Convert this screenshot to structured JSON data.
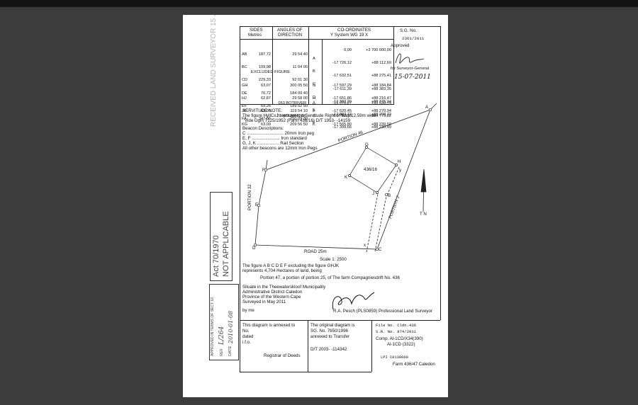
{
  "table": {
    "sides_header": "SIDES",
    "sides_sub": "Metres",
    "angles_header": "ANGLES OF",
    "angles_sub": "DIRECTION",
    "coords_header": "CO-ORDINATES",
    "coords_sub": "Y System  WG 19  X",
    "sides": [
      "AB",
      "BC",
      "CD",
      "DE",
      "EF",
      "FA"
    ],
    "lengths": [
      "187,72",
      "109,98",
      "229,33",
      "76,72",
      "69,26",
      "347,06"
    ],
    "angles": [
      "29 54 40",
      "11 04 00",
      "92 01 30",
      "184 09 40",
      "189 52 50",
      "250 09 30"
    ],
    "pts": [
      "",
      "A",
      "B",
      "C",
      "D",
      "E",
      "F"
    ],
    "ycoords": [
      "0,00",
      "-17 726,12",
      "-17 632,51",
      "-17 611,39",
      "-17 382,20",
      "-17 387,77",
      "-17 399,66"
    ],
    "xcoords": [
      "+3 700 000,00",
      "+88 112,69",
      "+88 275,41",
      "+88 383,35",
      "+88 375,24",
      "+88 298,72",
      "+88 230,49"
    ],
    "excluded_label": "EXCLUDED FIGURE",
    "ex_sides": [
      "GH",
      "HJ",
      "JK",
      "KG"
    ],
    "ex_lengths": [
      "63,07",
      "62,87",
      "63,05",
      "63,09"
    ],
    "ex_angles": [
      "300 05 50",
      "29 58 00",
      "119 54 10",
      "209 56 50"
    ],
    "ex_pts": [
      "G",
      "H",
      "J",
      "K"
    ],
    "ex_y": [
      "-17 597,29",
      "-17 651,86",
      "-17 620,45",
      "-17 565,80"
    ],
    "ex_x": [
      "+88 184,84",
      "+88 216,47",
      "+88 270,94",
      "+88 239,50"
    ],
    "trig": [
      {
        "name": "053 BOTRIVER",
        "sym": "Δ",
        "y": "-19 070,27",
        "x": "+93 530,74"
      },
      {
        "name": "21 HOUWHOEK",
        "sym": "Δ",
        "y": "-16 797,78",
        "x": "+84 779,82"
      }
    ]
  },
  "sg": {
    "label": "S.G. No.",
    "number": "2361/2011",
    "approved": "Approved",
    "for_sg": "for Surveyor-General",
    "date": "15-07-2011"
  },
  "servitude": {
    "title": "SERVITUDE NOTE:",
    "line1": "The figure HyllCxJ represents a Servitude Right of Way 12,59m wide.",
    "line2": "Vide Dgm 7125/1952 (Farm 436/16) D/T 1953-     -14159"
  },
  "beacons": {
    "title": "Beacon Descriptions:",
    "l1": "C .............................. 20mm Iron peg",
    "l2": "E, F ....................... Iron standard",
    "l3": "G, J, K .................. Rail Section",
    "l4": "All other beacons are 12mm Iron Pegs"
  },
  "plan": {
    "portion46": "PORTION 46",
    "portion32": "PORTION 32",
    "road": "ROAD 25m",
    "scale": "Scale 1: 2500",
    "fig_label": "436/16",
    "handwritten_portion": "PORTION 2",
    "north": "T N",
    "labels": {
      "A": "A",
      "B": "B",
      "C": "C",
      "D": "D",
      "E": "E",
      "F": "F",
      "G": "G",
      "H": "H",
      "J": "J",
      "K": "K",
      "x": "x",
      "y": "y"
    }
  },
  "description": {
    "l1": "The figure A B C D E F  excluding the figure GHJK",
    "l2": "represents 4,704 Hectares of land, being",
    "l3": "Portion 47, a portion of portion 25, of The farm Compagniesdrift No. 436",
    "l4": "Situate in the Theewaterskloof Municipality",
    "l5": "Administrative District Caledon",
    "l6": "Province of the Western Cape",
    "l7": "Surveyed in May 2011",
    "l8": "by me",
    "surveyor": "R.A. Pesch (PLS0859) Professional Land Surveyor"
  },
  "bottom": {
    "annexed1": "This diagram is annexed to",
    "annexed2": "No.",
    "annexed3": "dated",
    "annexed4": "i.f.o.",
    "registrar": "Registrar of Deeds",
    "orig1": "The original diagram is",
    "orig2": "SG. No. 7650/1996",
    "orig3": "annexed to Transfer",
    "orig4": "D/T 2003-      -114342",
    "file": "File No. Cldn.436",
    "sr": "S.R. No.  874/2011",
    "comp1": "Comp. Al-1CD/X34(390)",
    "comp2": "Al-1CD (3322)",
    "lpi": "LPI C0130000",
    "farm": "Farm 436/47 Caledon"
  },
  "stamps": {
    "act1": "Act 70/1970",
    "act2": "NOT APPLICABLE",
    "blurred": "RECEIVED  LAND SURVEYOR  15 JUL 2011",
    "approved_terms": "APPROVED IN TERMS OF SECT 10",
    "ref_label": "REF",
    "ref_val": "L/264",
    "date_label": "DATE",
    "date_val": "2010-01-08"
  }
}
